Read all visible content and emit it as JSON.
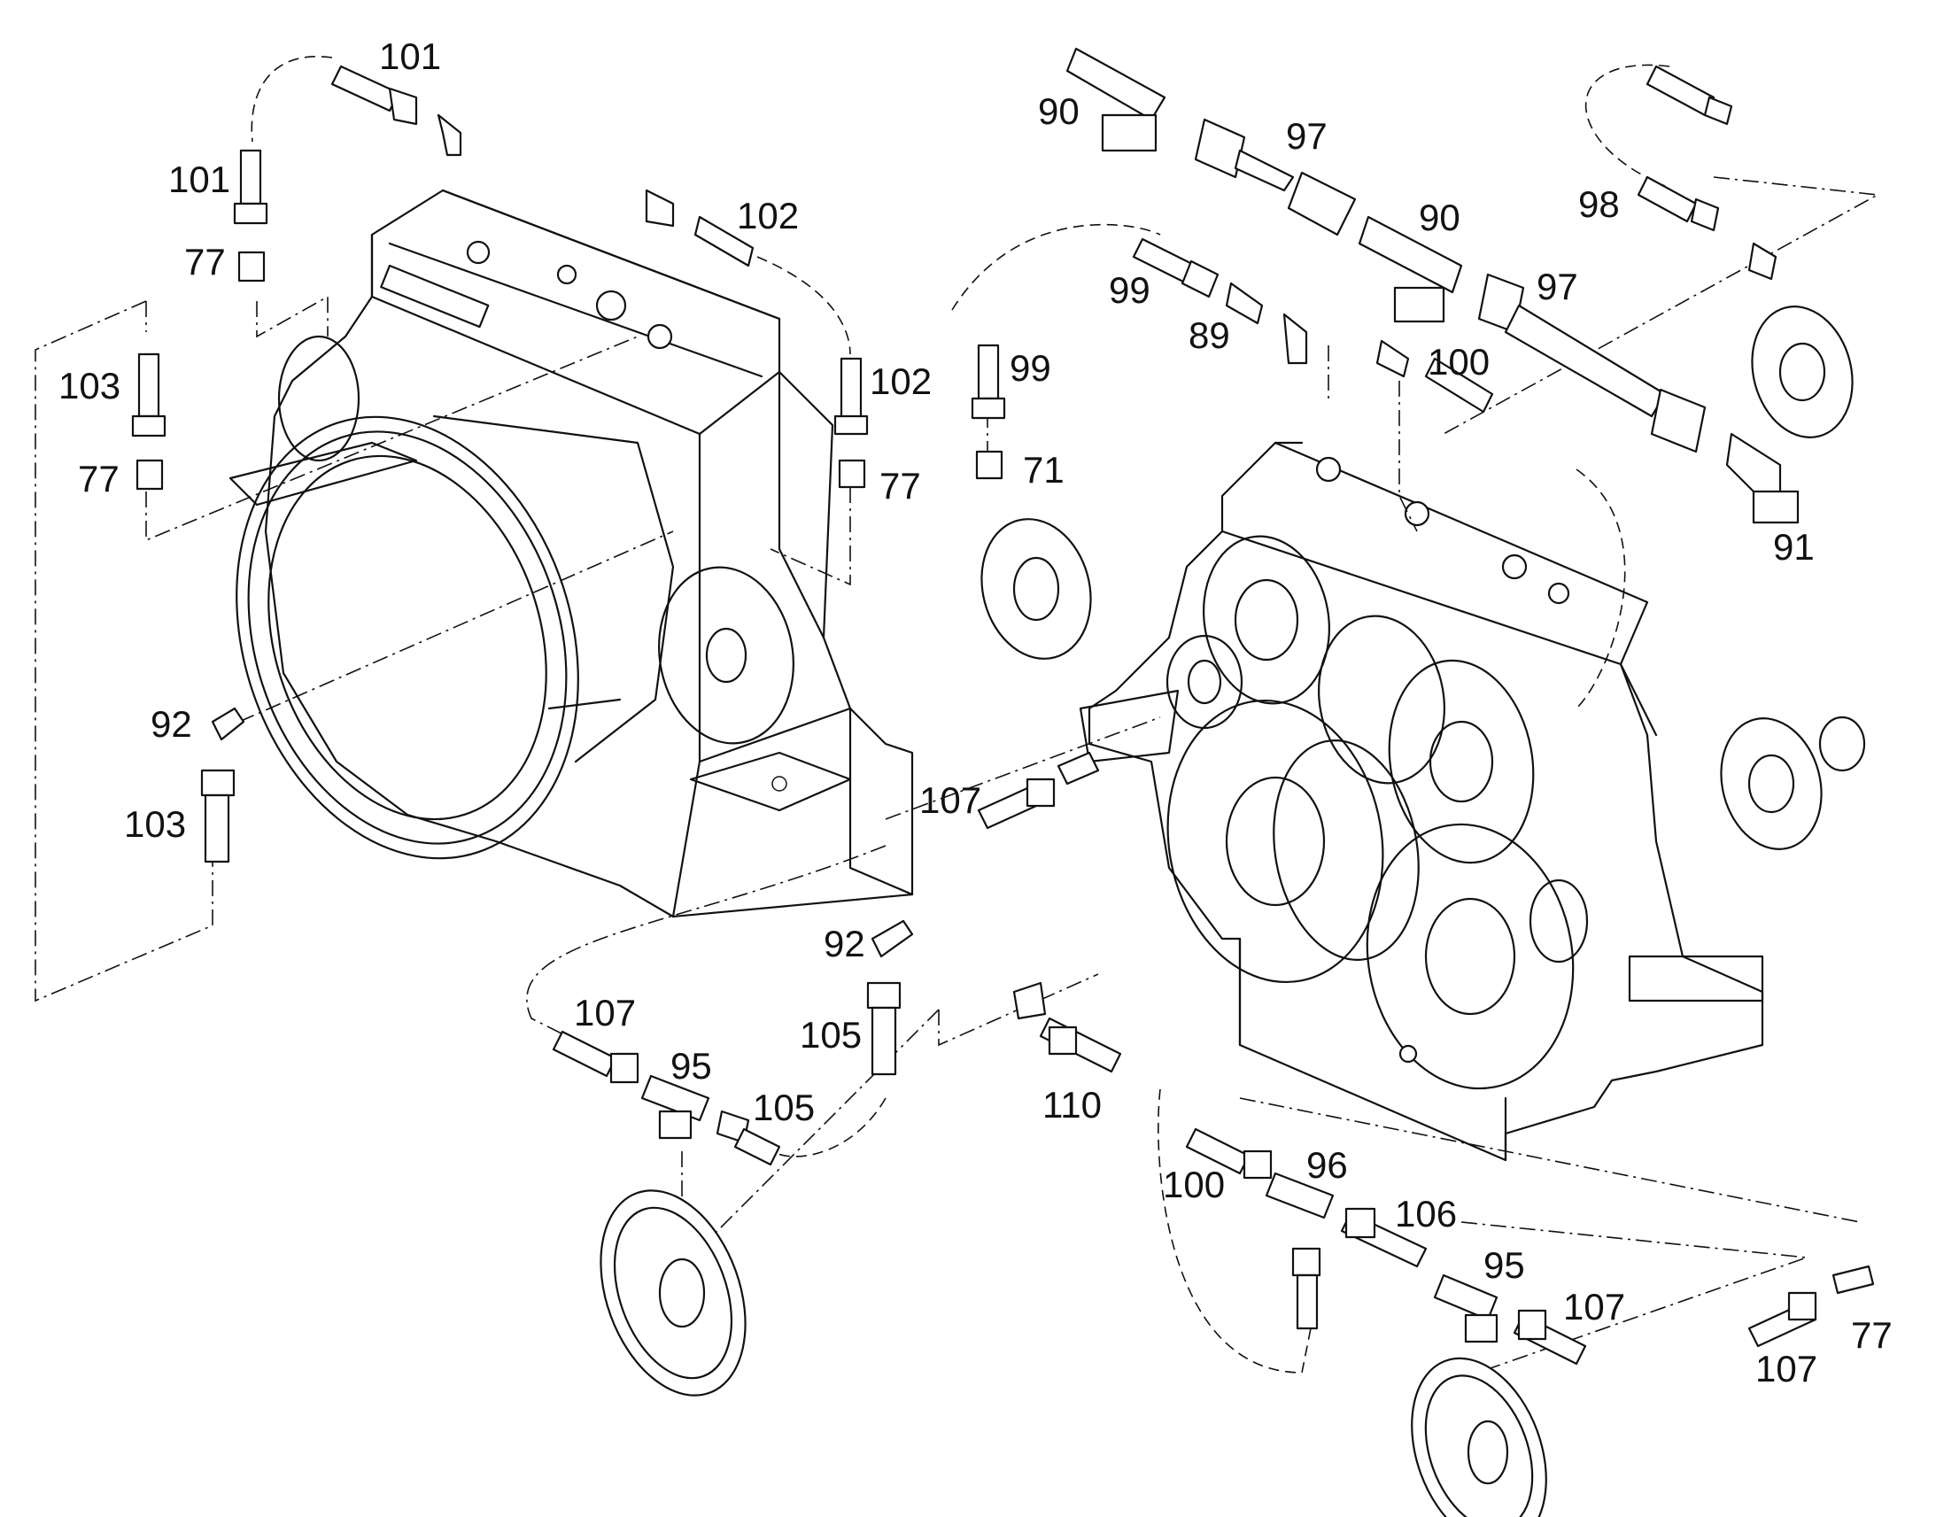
{
  "diagram": {
    "callouts": [
      {
        "id": "c01",
        "text": "101"
      },
      {
        "id": "c02",
        "text": "101"
      },
      {
        "id": "c03",
        "text": "77"
      },
      {
        "id": "c04",
        "text": "103"
      },
      {
        "id": "c05",
        "text": "77"
      },
      {
        "id": "c06",
        "text": "102"
      },
      {
        "id": "c07",
        "text": "102"
      },
      {
        "id": "c08",
        "text": "77"
      },
      {
        "id": "c09",
        "text": "92"
      },
      {
        "id": "c10",
        "text": "103"
      },
      {
        "id": "c11",
        "text": "90"
      },
      {
        "id": "c12",
        "text": "97"
      },
      {
        "id": "c13",
        "text": "90"
      },
      {
        "id": "c14",
        "text": "97"
      },
      {
        "id": "c15",
        "text": "98"
      },
      {
        "id": "c16",
        "text": "99"
      },
      {
        "id": "c17",
        "text": "89"
      },
      {
        "id": "c18",
        "text": "100"
      },
      {
        "id": "c19",
        "text": "99"
      },
      {
        "id": "c20",
        "text": "71"
      },
      {
        "id": "c21",
        "text": "91"
      },
      {
        "id": "c22",
        "text": "107"
      },
      {
        "id": "c23",
        "text": "92"
      },
      {
        "id": "c24",
        "text": "105"
      },
      {
        "id": "c25",
        "text": "107"
      },
      {
        "id": "c26",
        "text": "95"
      },
      {
        "id": "c27",
        "text": "105"
      },
      {
        "id": "c28",
        "text": "110"
      },
      {
        "id": "c29",
        "text": "100"
      },
      {
        "id": "c30",
        "text": "96"
      },
      {
        "id": "c31",
        "text": "106"
      },
      {
        "id": "c32",
        "text": "95"
      },
      {
        "id": "c33",
        "text": "107"
      },
      {
        "id": "c34",
        "text": "77"
      },
      {
        "id": "c35",
        "text": "107"
      }
    ]
  }
}
